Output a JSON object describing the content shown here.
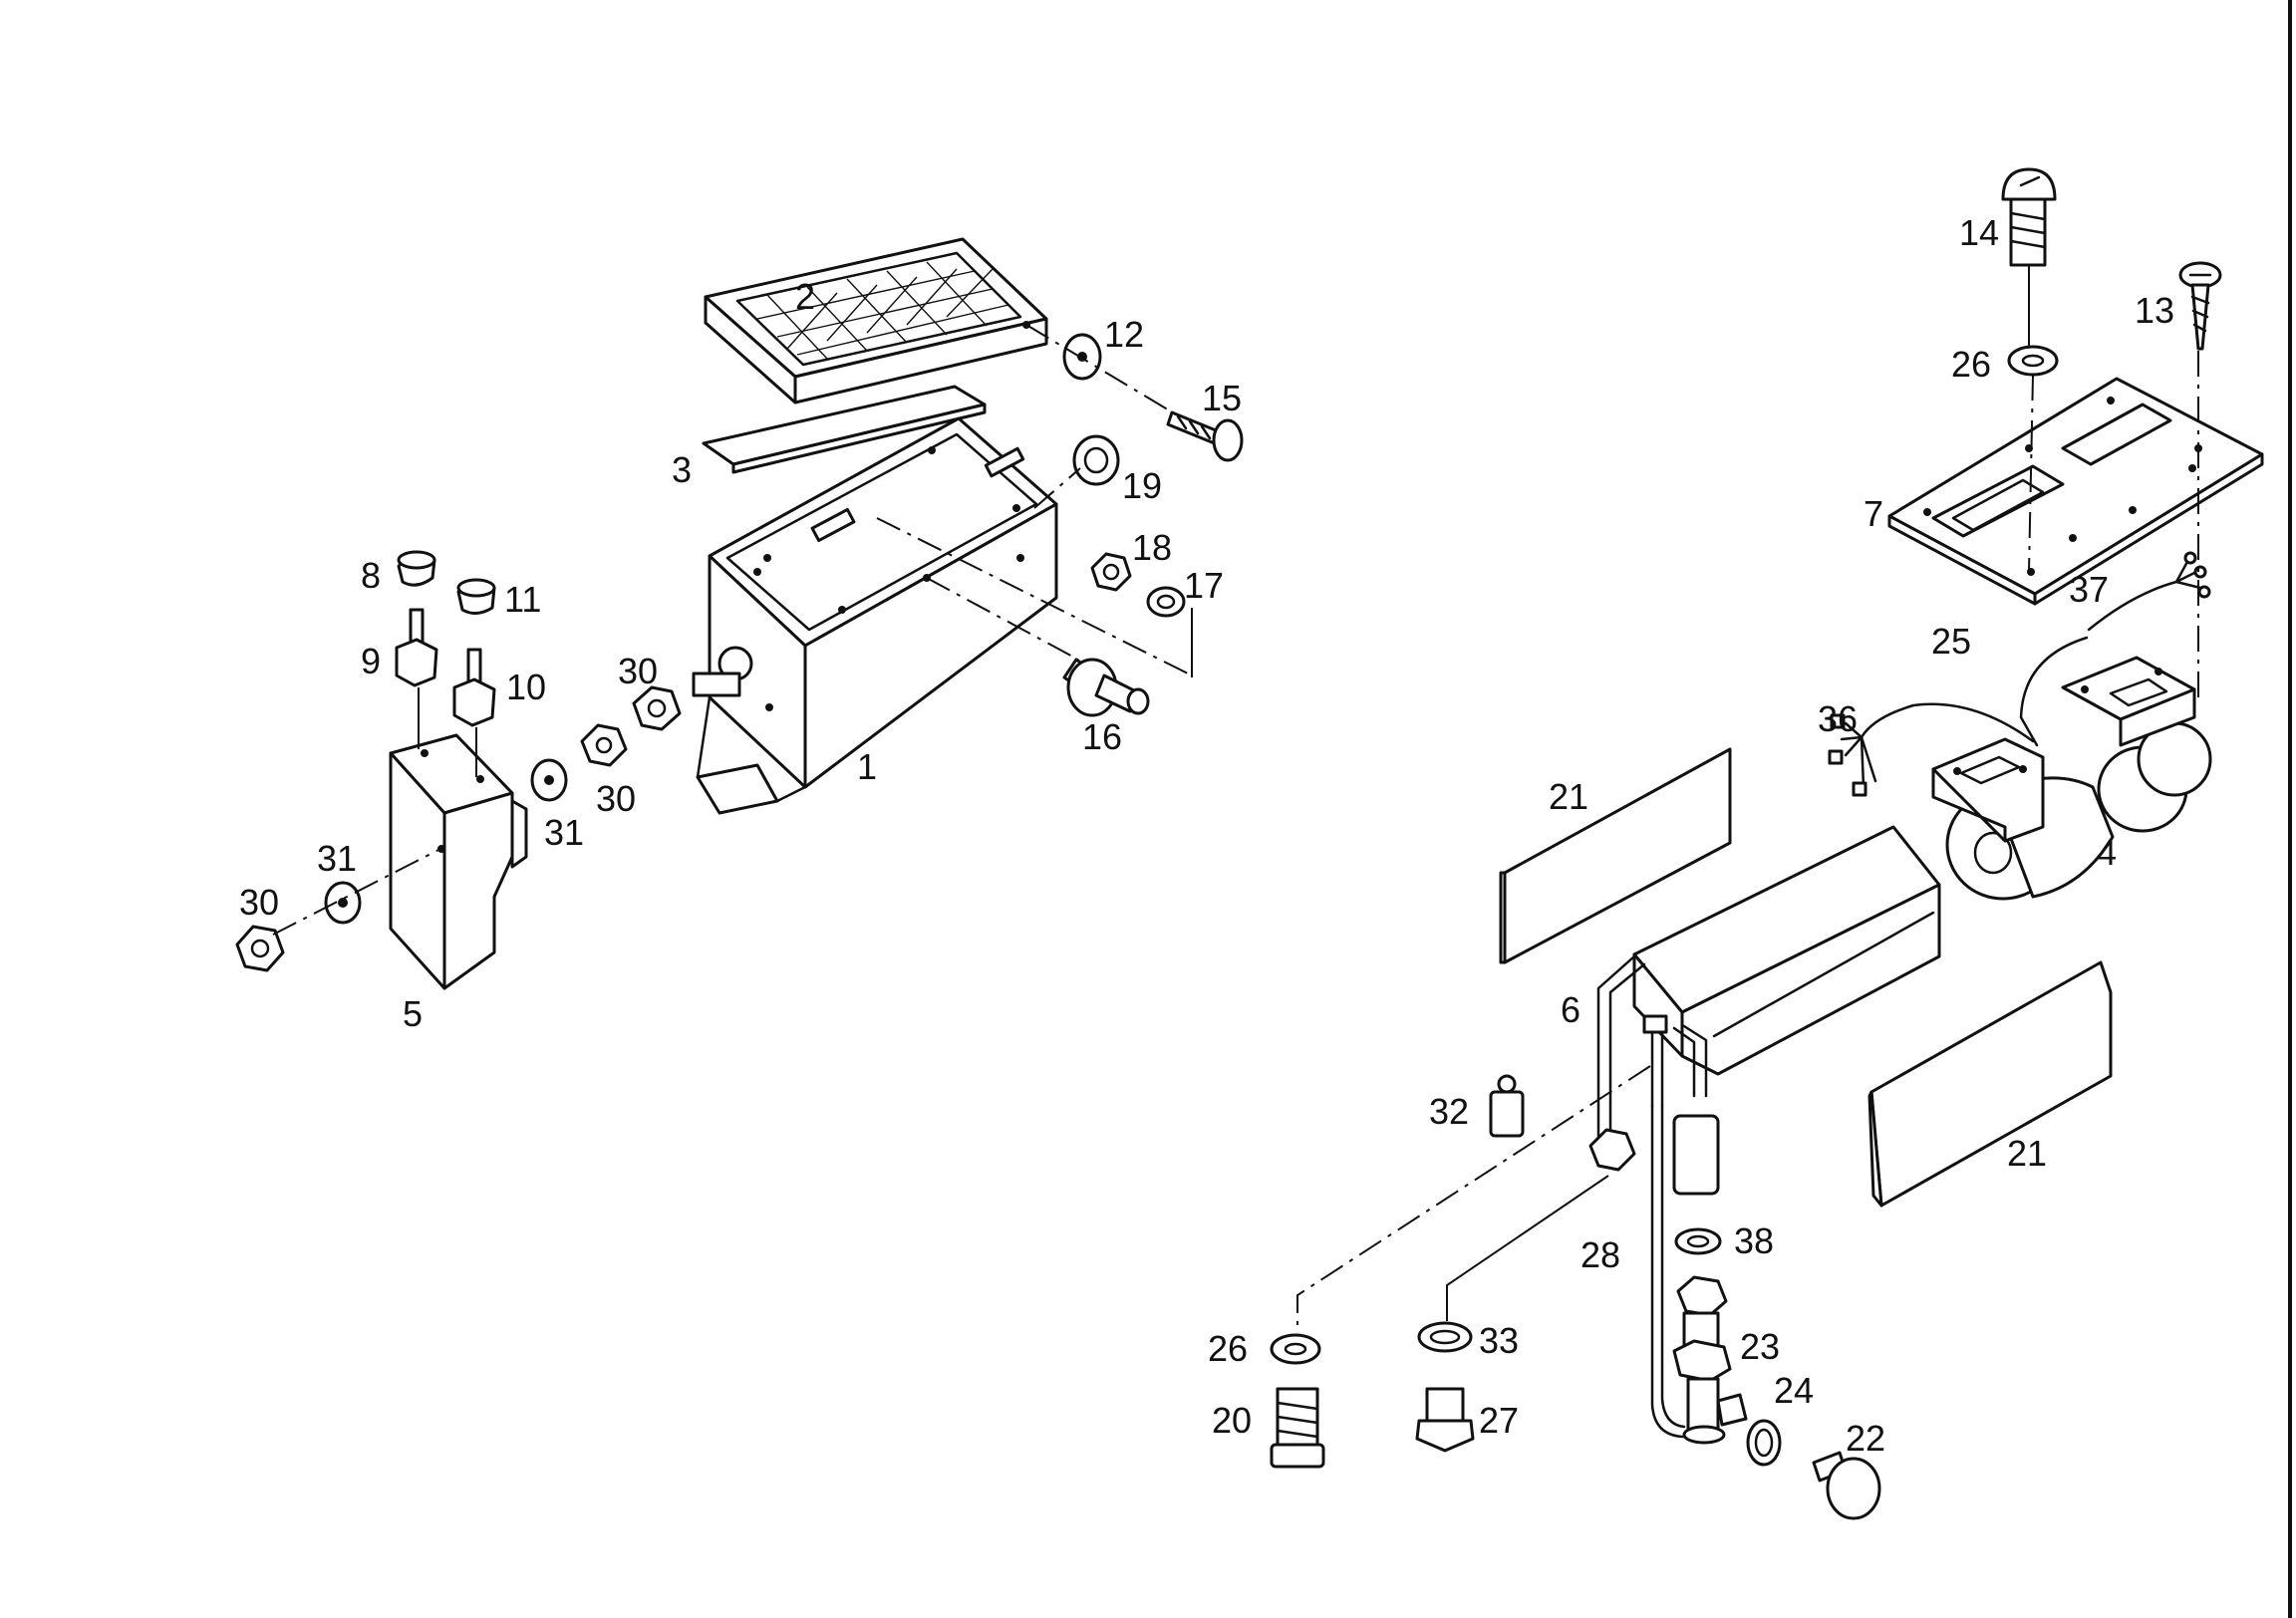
{
  "callouts": {
    "c1": "1",
    "c2": "2",
    "c3": "3",
    "c4": "4",
    "c5": "5",
    "c6": "6",
    "c7": "7",
    "c8": "8",
    "c9": "9",
    "c10": "10",
    "c11": "11",
    "c12": "12",
    "c13": "13",
    "c14": "14",
    "c15": "15",
    "c16": "16",
    "c17": "17",
    "c18": "18",
    "c19": "19",
    "c20": "20",
    "c21a": "21",
    "c21b": "21",
    "c22": "22",
    "c23": "23",
    "c24": "24",
    "c25": "25",
    "c26a": "26",
    "c26b": "26",
    "c27": "27",
    "c28": "28",
    "c30a": "30",
    "c30b": "30",
    "c30c": "30",
    "c31a": "31",
    "c31b": "31",
    "c32": "32",
    "c33": "33",
    "c36": "36",
    "c37": "37",
    "c38": "38"
  }
}
